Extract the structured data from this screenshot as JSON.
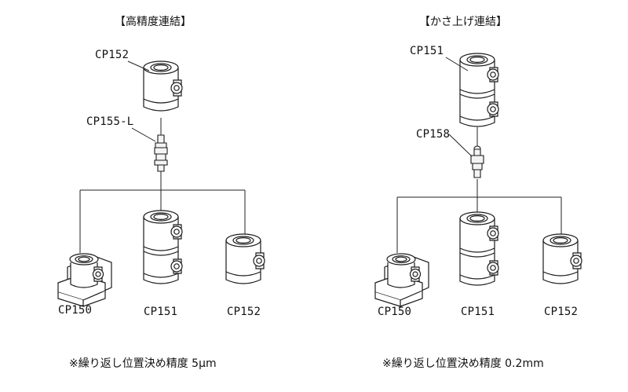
{
  "left": {
    "title": "【高精度連結】",
    "top_part": "CP152",
    "connector": "CP155-L",
    "bottom_parts": [
      "CP150",
      "CP151",
      "CP152"
    ],
    "note": "※繰り返し位置決め精度 5μm"
  },
  "right": {
    "title": "【かさ上げ連結】",
    "top_part": "CP151",
    "connector": "CP158",
    "bottom_parts": [
      "CP150",
      "CP151",
      "CP152"
    ],
    "note": "※繰り返し位置決め精度 0.2mm"
  },
  "icons": {
    "short_block": "single-clamp-block-icon",
    "tall_block": "double-clamp-block-icon",
    "base_block": "base-clamp-block-icon",
    "pin_long": "locating-pin-icon",
    "pin_short": "spacer-pin-icon"
  }
}
